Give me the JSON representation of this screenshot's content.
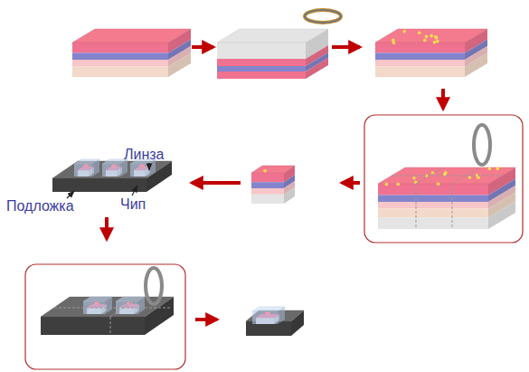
{
  "diagram": {
    "labels": [
      "Линза",
      "Подложка",
      "Чип"
    ]
  }
}
